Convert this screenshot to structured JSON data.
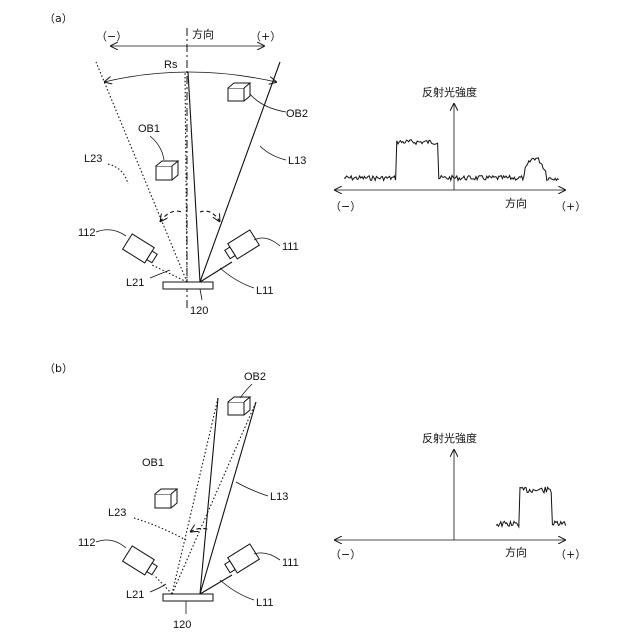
{
  "panel_a": {
    "label": "（a）",
    "direction": "方向",
    "minus": "（−）",
    "plus": "（+）",
    "range_label": "Rs",
    "object_1": "OB1",
    "object_2": "OB2",
    "line_l23": "L23",
    "line_l13": "L13",
    "line_l21": "L21",
    "line_l11": "L11",
    "sensor_112": "112",
    "sensor_111": "111",
    "mirror_120": "120",
    "graph_ylabel": "反射光強度",
    "graph_xlabel": "方向",
    "graph_minus": "（−）",
    "graph_plus": "（+）"
  },
  "panel_b": {
    "label": "（b）",
    "object_1": "OB1",
    "object_2": "OB2",
    "line_l23": "L23",
    "line_l13": "L13",
    "line_l21": "L21",
    "line_l11": "L11",
    "sensor_112": "112",
    "sensor_111": "111",
    "mirror_120": "120",
    "graph_ylabel": "反射光強度",
    "graph_xlabel": "方向",
    "graph_minus": "（−）",
    "graph_plus": "（+）"
  }
}
